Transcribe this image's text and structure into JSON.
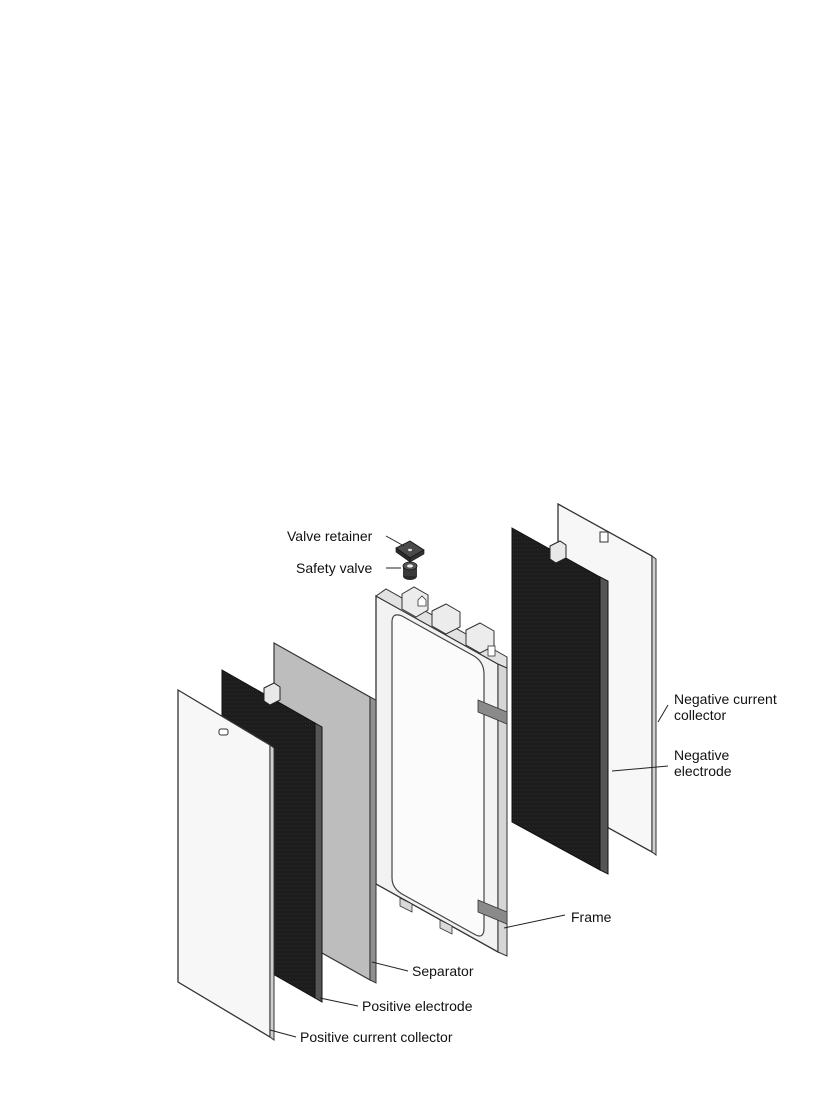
{
  "diagram": {
    "labels": {
      "valve_retainer": "Valve retainer",
      "safety_valve": "Safety valve",
      "negative_current_collector": [
        "Negative current",
        "collector"
      ],
      "negative_electrode": [
        "Negative",
        "electrode"
      ],
      "frame": "Frame",
      "separator": "Separator",
      "positive_electrode": "Positive electrode",
      "positive_current_collector": "Positive current collector"
    }
  },
  "colors": {
    "electrode": "#1e1e1e",
    "separator": "#bdbdbd",
    "collector": "#f7f7f7",
    "frame": "#f2f2f2",
    "frame_band": "#8a8a8a",
    "outline": "#333333"
  }
}
